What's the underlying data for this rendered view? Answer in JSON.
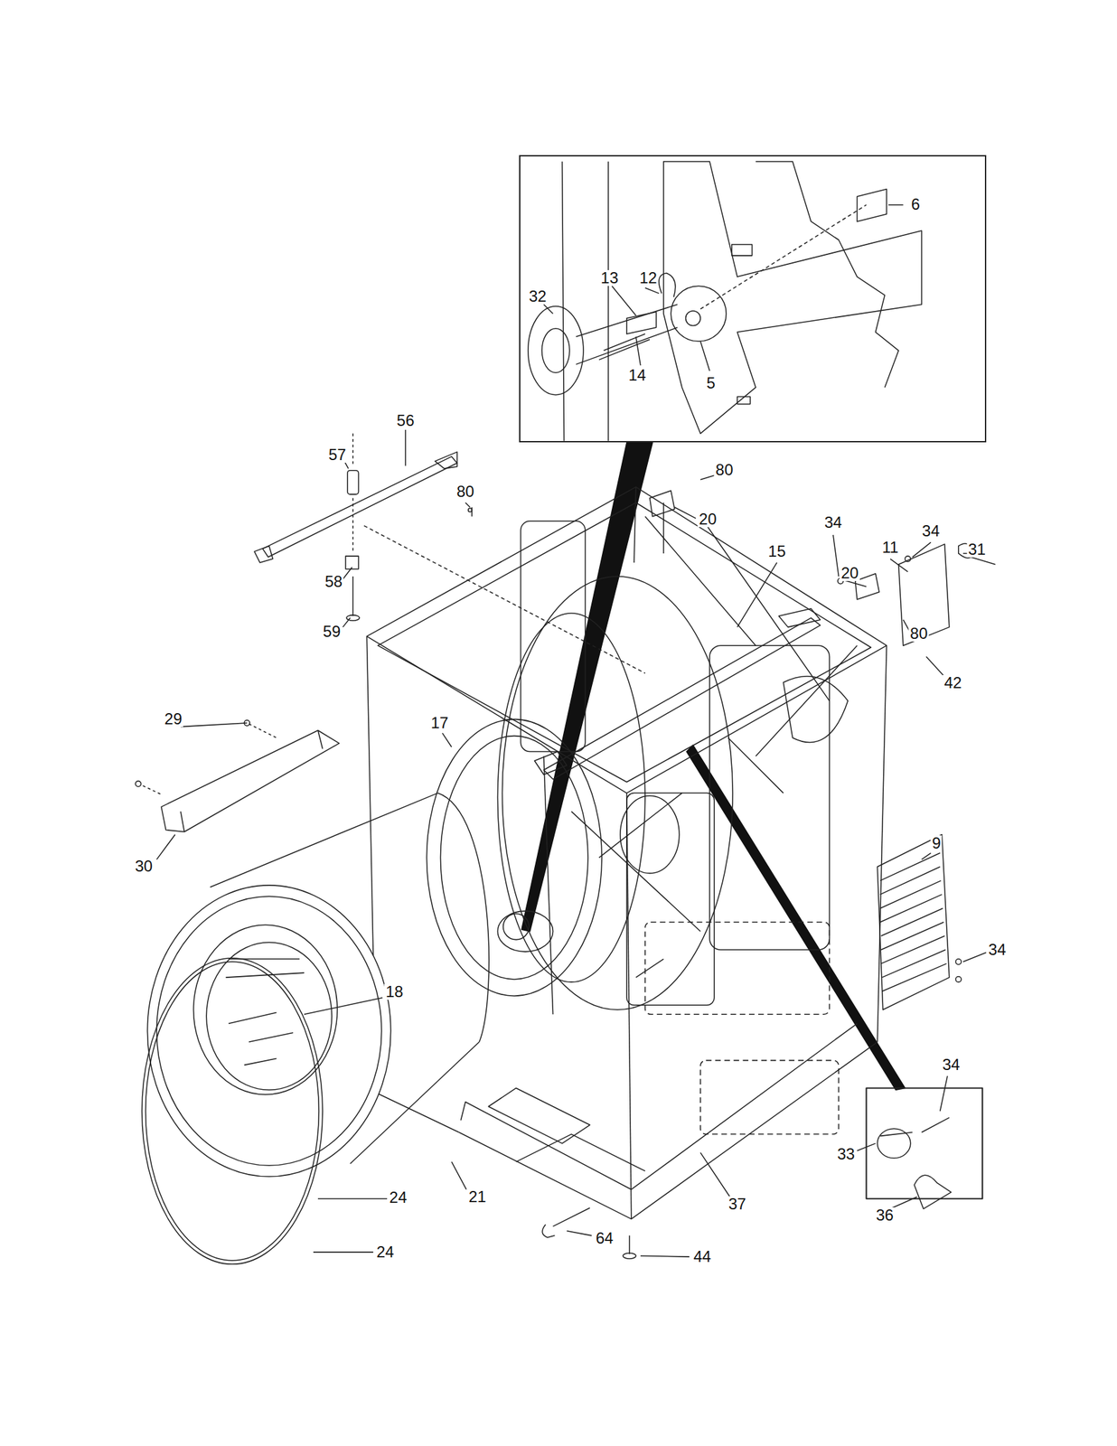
{
  "diagram": {
    "nodes": [
      {
        "text": [
          "6",
          "12",
          "13",
          "32",
          "14",
          "5"
        ]
      }
    ],
    "labels": [
      "56",
      "57",
      "80",
      "80",
      "20",
      "15",
      "34",
      "34",
      "11",
      "31",
      "20",
      "80",
      "42",
      "58",
      "59",
      "29",
      "17",
      "30",
      "9",
      "34",
      "18",
      "34",
      "33",
      "36",
      "21",
      "37",
      "24",
      "24",
      "64",
      "44"
    ]
  }
}
